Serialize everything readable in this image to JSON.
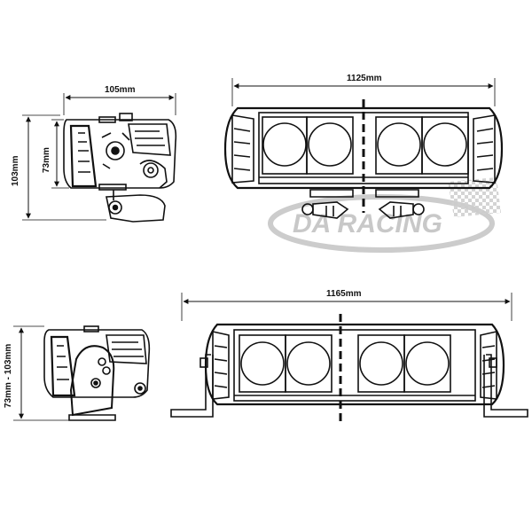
{
  "dimensions": {
    "side_width": "105mm",
    "side_height_outer": "103mm",
    "side_height_inner": "73mm",
    "top_bar_length": "1125mm",
    "bottom_bar_length": "1165mm",
    "bottom_side_height": "73mm - 103mm"
  },
  "watermark": {
    "text": "DA RACING",
    "color": "#c8c8c8"
  },
  "colors": {
    "line": "#111111",
    "background": "#ffffff"
  }
}
